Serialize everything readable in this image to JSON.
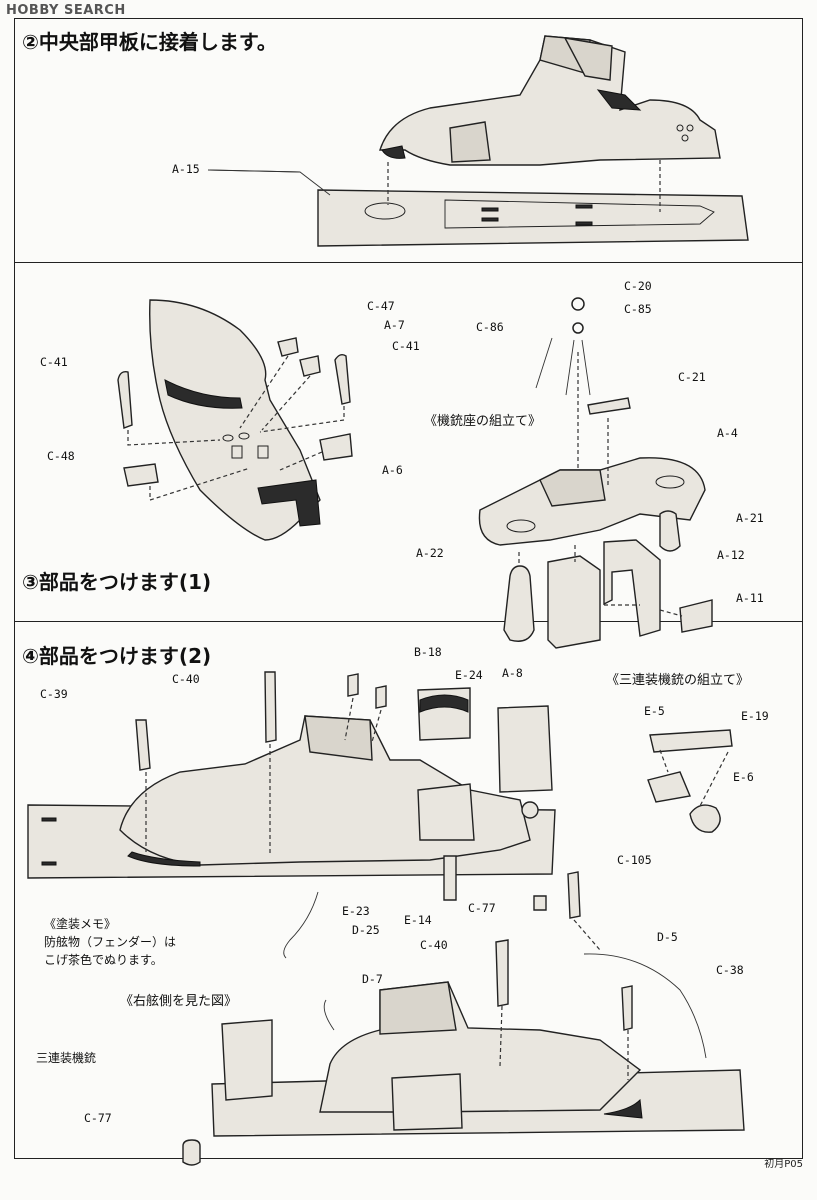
{
  "watermark": "HOBBY SEARCH",
  "steps": [
    {
      "title": "②中央部甲板に接着します。"
    },
    {
      "title": "③部品をつけます(1)"
    },
    {
      "title": "④部品をつけます(2)"
    }
  ],
  "sub_assemblies": {
    "machine_gun_mount": "《機銃座の組立て》",
    "triple_machine_gun": "《三連装機銃の組立て》",
    "starboard_view": "《右舷側を見た図》"
  },
  "paint_memo": {
    "title": "《塗装メモ》",
    "line1": "防舷物（フェンダー）は",
    "line2": "こげ茶色でぬります。"
  },
  "callout_triple_gun": "三連装機銃",
  "part_labels": {
    "A15": "A-15",
    "C47": "C-47",
    "A7": "A-7",
    "C41a": "C-41",
    "C41b": "C-41",
    "C48": "C-48",
    "A6": "A-6",
    "C20": "C-20",
    "C85": "C-85",
    "C86": "C-86",
    "C21": "C-21",
    "A4": "A-4",
    "A21": "A-21",
    "A22": "A-22",
    "A12": "A-12",
    "A11": "A-11",
    "A8": "A-8",
    "B18": "B-18",
    "E24": "E-24",
    "C39": "C-39",
    "C40a": "C-40",
    "E5": "E-5",
    "E19": "E-19",
    "E6": "E-6",
    "C105": "C-105",
    "E23": "E-23",
    "E14": "E-14",
    "C77a": "C-77",
    "D25": "D-25",
    "C40b": "C-40",
    "D5": "D-5",
    "C38": "C-38",
    "D7": "D-7",
    "C77b": "C-77"
  },
  "page_id": "初月P05"
}
